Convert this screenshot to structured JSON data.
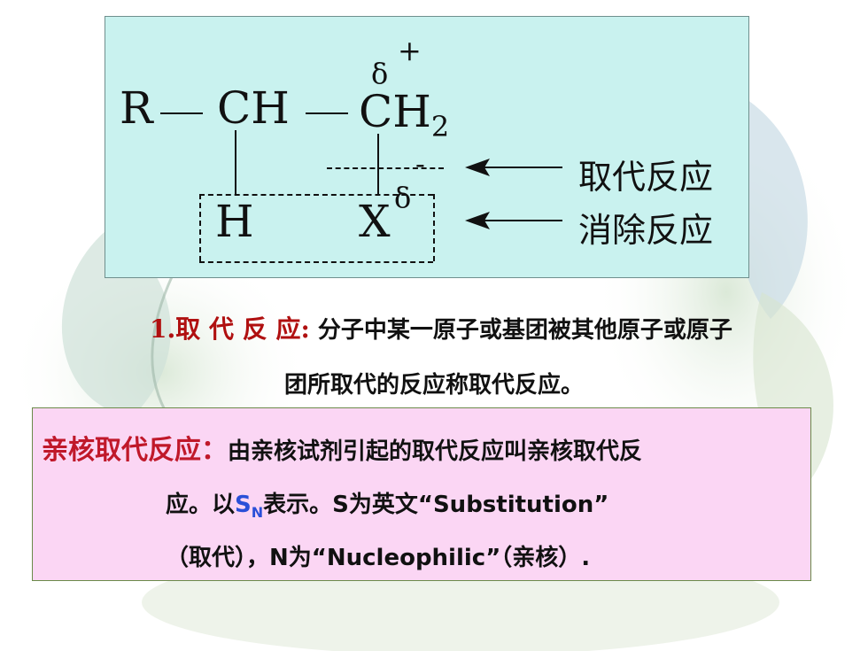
{
  "formula": {
    "r": "R",
    "ch": "CH",
    "ch2": "CH",
    "ch2_sub": "2",
    "h": "H",
    "x": "X",
    "delta_plus": "δ",
    "plus": "+",
    "delta_minus": "δ",
    "minus": "-",
    "bond": "—",
    "label_substitution": "取代反应",
    "label_elimination": "消除反应"
  },
  "definition": {
    "head": "1.取 代 反 应:",
    "text1": "分子中某一原子或基团被其他原子或原子",
    "text2": "团所取代的反应称取代反应。"
  },
  "nucleophilic": {
    "head": "亲核取代反应：",
    "text1": "由亲核试剂引起的取代反应叫亲核取代反",
    "text2_a": "应。以",
    "sn_s": "S",
    "sn_n": "N",
    "text2_b": "表示。S为英文“Substitution”",
    "text3": "（取代），N为“Nucleophilic”（亲核）."
  }
}
